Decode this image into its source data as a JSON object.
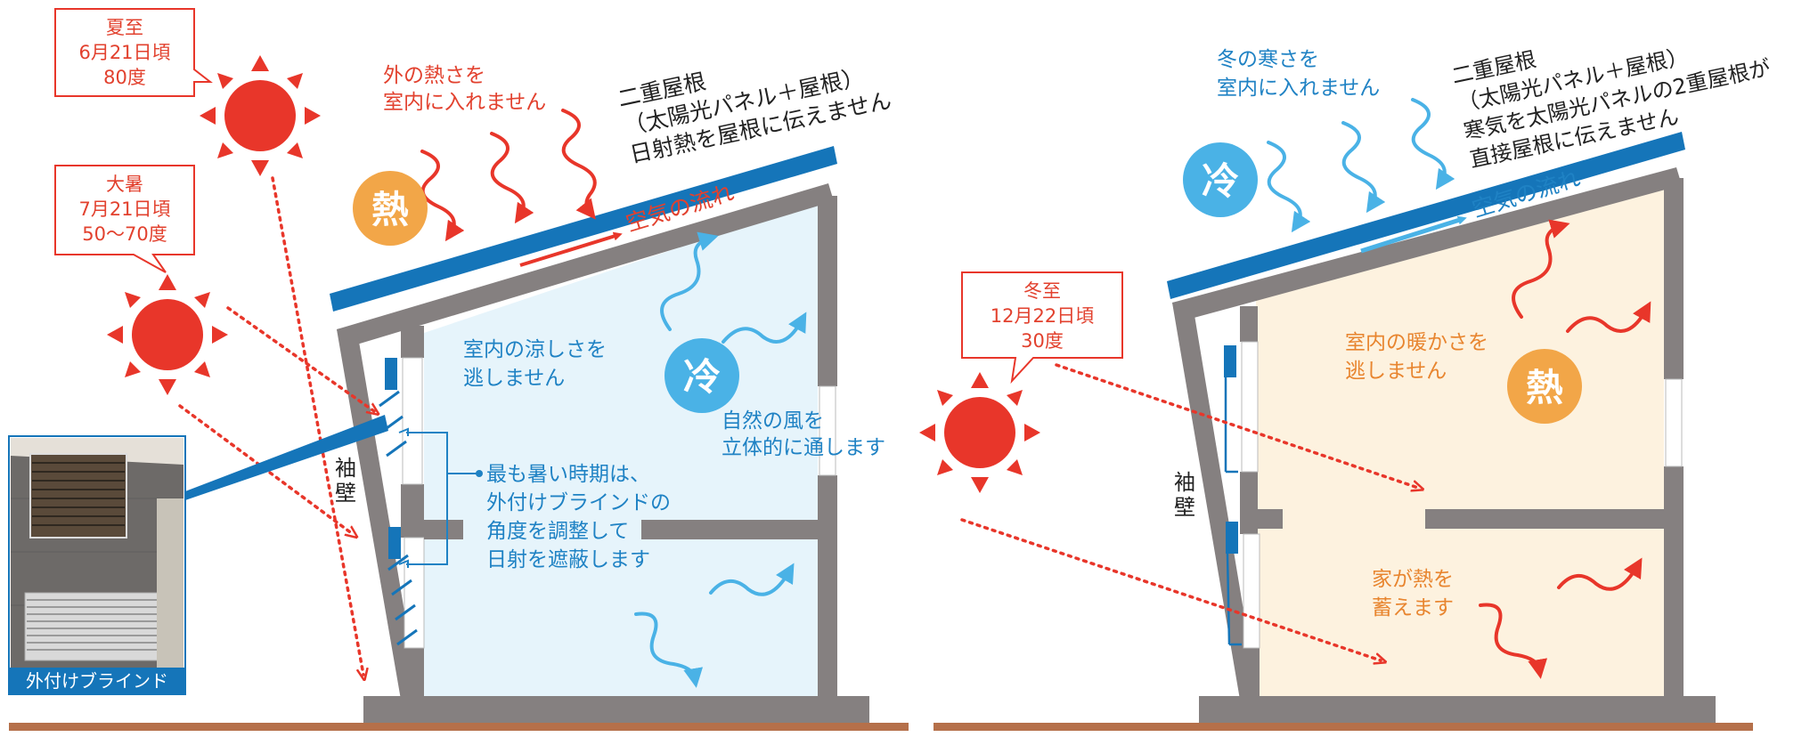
{
  "colors": {
    "heat_red": "#e8362a",
    "cool_blue": "#4ab2e6",
    "roof_blue": "#1575b9",
    "wall_gray": "#858080",
    "ground_brown": "#b5704a",
    "summer_interior": "#e6f4fb",
    "winter_interior": "#fdf2df",
    "heat_badge": "#f2a648",
    "text_red": "#e2412e",
    "text_blue": "#1f82c4",
    "text_orange": "#e8852f",
    "text_dark": "#222222"
  },
  "summer": {
    "callout_summer_solstice": [
      "夏至",
      "6月21日頃",
      "80度"
    ],
    "callout_great_heat": [
      "大暑",
      "7月21日頃",
      "50～70度"
    ],
    "outside_heat_text": [
      "外の熱さを",
      "室内に入れません"
    ],
    "double_roof_text": [
      "二重屋根",
      "（太陽光パネル＋屋根）",
      "日射熱を屋根に伝えません"
    ],
    "airflow_label": "空気の流れ",
    "heat_badge": "熱",
    "cool_badge": "冷",
    "interior_cool_text": [
      "室内の涼しさを",
      "逃しません"
    ],
    "wind_text": [
      "自然の風を",
      "立体的に通します"
    ],
    "blind_note": [
      "最も暑い時期は、",
      "外付けブラインドの",
      "角度を調整して",
      "日射を遮蔽します"
    ],
    "wing_wall": [
      "袖",
      "壁"
    ],
    "photo_caption": "外付けブラインド"
  },
  "winter": {
    "outside_cold_text": [
      "冬の寒さを",
      "室内に入れません"
    ],
    "double_roof_text": [
      "二重屋根",
      "（太陽光パネル＋屋根）",
      "寒気を太陽光パネルの2重屋根が",
      "直接屋根に伝えません"
    ],
    "airflow_label": "空気の流れ",
    "cool_badge": "冷",
    "heat_badge": "熱",
    "callout_winter_solstice": [
      "冬至",
      "12月22日頃",
      "30度"
    ],
    "interior_warm_text": [
      "室内の暖かさを",
      "逃しません"
    ],
    "store_heat_text": [
      "家が熱を",
      "蓄えます"
    ],
    "wing_wall": [
      "袖",
      "壁"
    ]
  }
}
